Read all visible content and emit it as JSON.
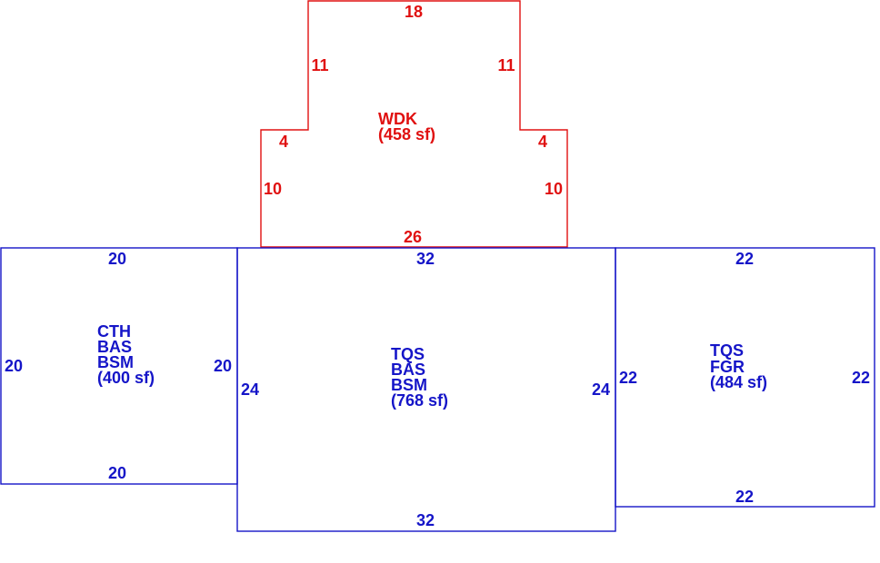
{
  "colors": {
    "deck": "#e01010",
    "structure": "#1515c8",
    "background": "#ffffff"
  },
  "areas": {
    "wdk": {
      "codes": [
        "WDK"
      ],
      "area": "(458 sf)",
      "dims": {
        "top": "18",
        "upper_left": "11",
        "upper_right": "11",
        "step_left": "4",
        "step_right": "4",
        "lower_left": "10",
        "lower_right": "10",
        "bottom": "26"
      }
    },
    "left": {
      "codes": [
        "CTH",
        "BAS",
        "BSM"
      ],
      "area": "(400 sf)",
      "dims": {
        "top": "20",
        "bottom": "20",
        "left": "20",
        "right": "20"
      }
    },
    "center": {
      "codes": [
        "TQS",
        "BAS",
        "BSM"
      ],
      "area": "(768 sf)",
      "dims": {
        "top": "32",
        "bottom": "32",
        "left": "24",
        "right": "24"
      }
    },
    "right": {
      "codes": [
        "TQS",
        "FGR"
      ],
      "area": "(484 sf)",
      "dims": {
        "top": "22",
        "bottom": "22",
        "left": "22",
        "right": "22"
      }
    }
  }
}
